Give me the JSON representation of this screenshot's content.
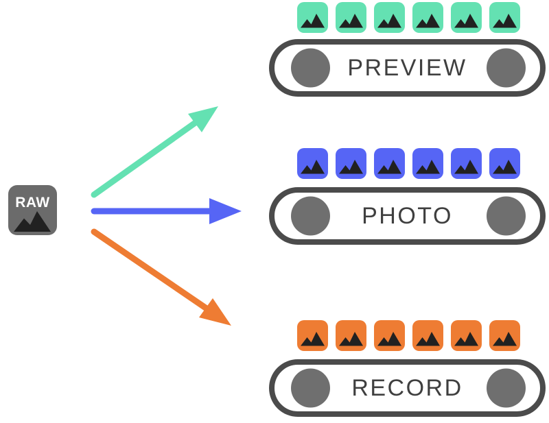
{
  "diagram": {
    "background": "#ffffff",
    "source": {
      "label": "RAW",
      "box_color": "#6b6b6b",
      "icon": "mountains-image-icon"
    },
    "streams": [
      {
        "id": "preview",
        "label": "PREVIEW",
        "color": "#64e1b2",
        "frame_count": 6
      },
      {
        "id": "photo",
        "label": "PHOTO",
        "color": "#5665f5",
        "frame_count": 6
      },
      {
        "id": "record",
        "label": "RECORD",
        "color": "#ee7c33",
        "frame_count": 6
      }
    ],
    "ui_colors": {
      "pill_border": "#4b4b4b",
      "reel_circle": "#6f6f6f",
      "label_text": "#3f3f3f",
      "mountain": "#212121",
      "raw_text": "#ffffff"
    }
  }
}
